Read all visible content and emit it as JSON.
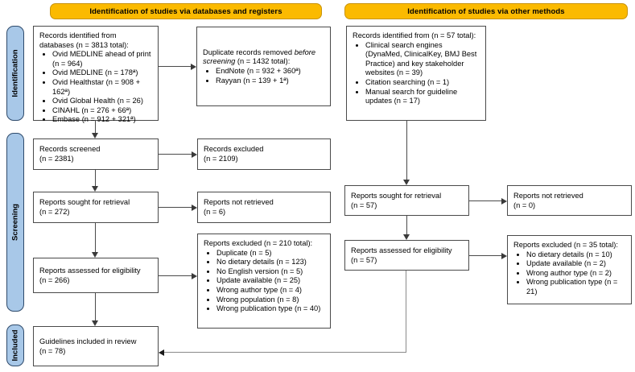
{
  "headers": {
    "left": "Identification of studies via databases and registers",
    "right": "Identification of studies via other methods"
  },
  "stages": {
    "identification": "Identification",
    "screening": "Screening",
    "included": "Included"
  },
  "colors": {
    "header_fill": "#FBBA00",
    "stage_fill": "#A8C8E8",
    "box_border": "#4A4A4A",
    "text": "#000000"
  },
  "left_column": {
    "records_identified": {
      "title": "Records identified from databases (n = 3813 total):",
      "items": [
        "Ovid MEDLINE ahead of print (n = 964)",
        "Ovid MEDLINE (n = 178ª)",
        "Ovid Healthstar (n = 908 + 162ª)",
        "Ovid Global Health (n = 26)",
        "CINAHL (n = 276 + 66ª)",
        "Embase (n = 912 + 321ª)"
      ]
    },
    "duplicates_removed": {
      "title_pre": "Duplicate records removed ",
      "title_italic": "before screening",
      "title_post": " (n = 1432 total):",
      "items": [
        "EndNote (n = 932 + 360ª)",
        "Rayyan (n = 139 + 1ª)"
      ]
    },
    "records_screened": {
      "line1": "Records screened",
      "line2": "(n = 2381)"
    },
    "records_excluded": {
      "line1": "Records excluded",
      "line2": "(n = 2109)"
    },
    "reports_sought": {
      "line1": "Reports sought for retrieval",
      "line2": "(n = 272)"
    },
    "reports_not_retrieved": {
      "line1": "Reports not retrieved",
      "line2": "(n = 6)"
    },
    "reports_assessed": {
      "line1": "Reports assessed for eligibility",
      "line2": "(n = 266)"
    },
    "reports_excluded": {
      "title": "Reports excluded (n = 210 total):",
      "items": [
        "Duplicate (n = 5)",
        "No dietary details (n = 123)",
        "No English version (n = 5)",
        "Update available (n = 25)",
        "Wrong author type (n = 4)",
        "Wrong population (n = 8)",
        "Wrong publication type (n = 40)"
      ]
    },
    "included": {
      "line1": "Guidelines included in review",
      "line2": "(n = 78)"
    }
  },
  "right_column": {
    "records_identified": {
      "title": "Records identified from (n = 57 total):",
      "items": [
        "Clinical search engines (DynaMed, ClinicalKey, BMJ Best Practice) and key stakeholder websites (n = 39)",
        "Citation searching (n = 1)",
        "Manual search for guideline updates (n = 17)"
      ]
    },
    "reports_sought": {
      "line1": "Reports sought for retrieval",
      "line2": "(n = 57)"
    },
    "reports_not_retrieved": {
      "line1": "Reports not retrieved",
      "line2": "(n = 0)"
    },
    "reports_assessed": {
      "line1": "Reports assessed for eligibility",
      "line2": "(n = 57)"
    },
    "reports_excluded": {
      "title": "Reports excluded (n = 35 total):",
      "items": [
        "No dietary details (n = 10)",
        "Update available (n = 2)",
        "Wrong author type (n = 2)",
        "Wrong publication type (n = 21)"
      ]
    }
  }
}
